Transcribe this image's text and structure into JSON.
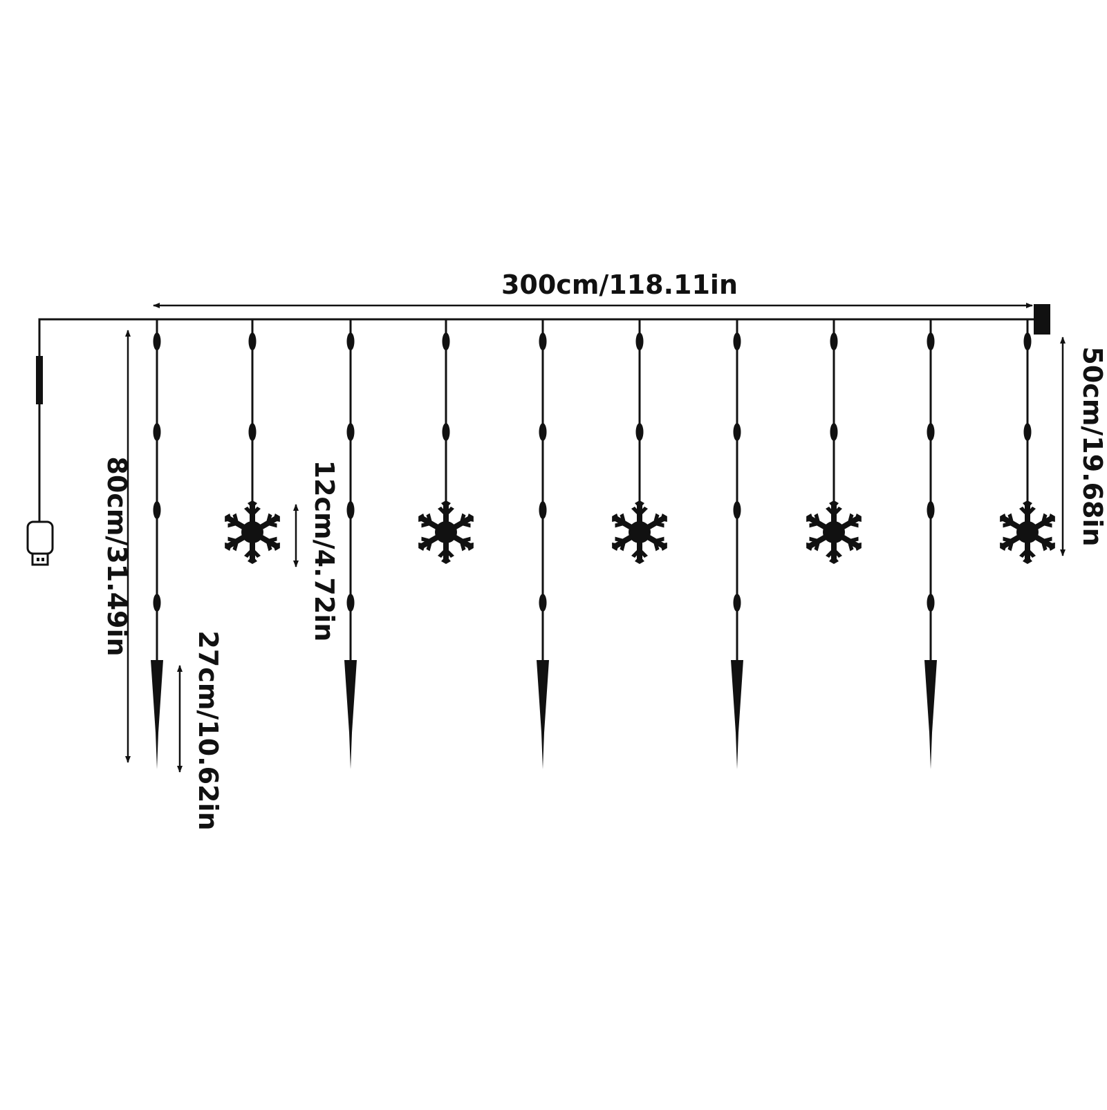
{
  "colors": {
    "background": "#ffffff",
    "ink": "#111111"
  },
  "dimensions": {
    "total_width": "300cm/118.11in",
    "tall_drop": "80cm/31.49in",
    "short_drop": "50cm/19.68in",
    "snowflake_size": "12cm/4.72in",
    "icicle_length": "27cm/10.62in"
  },
  "strands": [
    {
      "type": "icicle"
    },
    {
      "type": "snowflake"
    },
    {
      "type": "icicle"
    },
    {
      "type": "snowflake"
    },
    {
      "type": "icicle"
    },
    {
      "type": "snowflake"
    },
    {
      "type": "icicle"
    },
    {
      "type": "snowflake"
    },
    {
      "type": "icicle"
    },
    {
      "type": "snowflake"
    }
  ],
  "parts": {
    "plug": "usb-plug-icon",
    "controller": "controller-box-icon",
    "snowflake": "snowflake-icon",
    "icicle": "icicle-icon"
  }
}
